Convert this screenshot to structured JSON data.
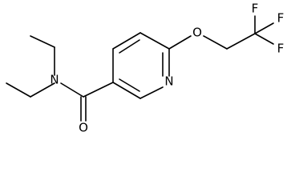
{
  "molecule": {
    "atom_labels": {
      "amide_oxygen": "O",
      "amide_nitrogen": "N",
      "ring_nitrogen": "N",
      "ether_oxygen": "O",
      "fluorine_top_left": "F",
      "fluorine_top_right": "F",
      "fluorine_bottom_right": "F"
    }
  }
}
